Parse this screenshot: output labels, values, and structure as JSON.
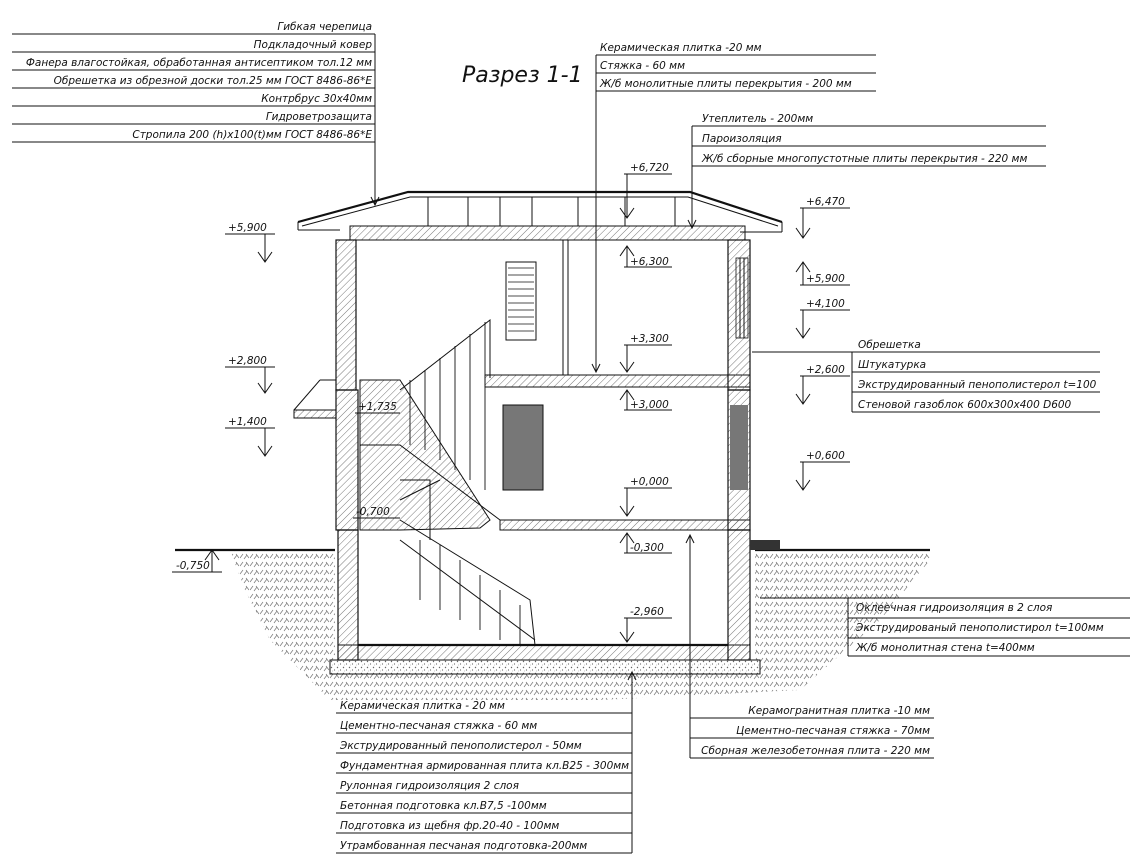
{
  "title": "Разрез 1-1",
  "roof_layers": [
    "Гибкая черепица",
    "Подкладочный ковер",
    "Фанера влагостойкая, обработанная антисептиком тол.12 мм",
    "Обрешетка из обрезной доски тол.25 мм ГОСТ 8486-86*Е",
    "Контрбрус 30х40мм",
    "Гидроветрозащита",
    "Стропила 200 (h)х100(t)мм ГОСТ 8486-86*Е"
  ],
  "floor2_layers": [
    "Керамическая плитка -20 мм",
    "Стяжка - 60 мм",
    "Ж/б монолитные плиты перекрытия - 200 мм"
  ],
  "attic_layers": [
    "Утеплитель - 200мм",
    "Пароизоляция",
    "Ж/б сборные многопустотные плиты перекрытия - 220 мм"
  ],
  "wall_layers": [
    "Обрешетка",
    "Штукатурка",
    "Экструдированный пенополистерол t=100",
    "Стеновой газоблок 600х300х400 D600"
  ],
  "basement_wall_layers": [
    "Оклеечная гидроизоляция в 2 слоя",
    "Экструдированый пенополистирол t=100мм",
    "Ж/б монолитная стена t=400мм"
  ],
  "foundation_layers": [
    "Керамическая плитка - 20 мм",
    "Цементно-песчаная стяжка - 60 мм",
    "Экструдированный пенополистерол - 50мм",
    "Фундаментная армированная плита кл.В25 - 300мм",
    "Рулонная гидроизоляция 2 слоя",
    "Бетонная подготовка кл.В7,5 -100мм",
    "Подготовка из щебня фр.20-40 - 100мм",
    "Утрамбованная песчаная подготовка-200мм"
  ],
  "ground_floor_layers": [
    "Керамогранитная плитка -10 мм",
    "Цементно-песчаная стяжка - 70мм",
    "Сборная железобетонная плита - 220 мм"
  ],
  "elevations": {
    "e6720": "+6,720",
    "e6300": "+6,300",
    "e3300": "+3,300",
    "e3000": "+3,000",
    "e0000": "+0,000",
    "em0300": "-0,300",
    "em2960": "-2,960",
    "e5900L": "+5,900",
    "e2800": "+2,800",
    "e1400": "+1,400",
    "em0750": "-0,750",
    "e1735": "+1,735",
    "em0700": "-0,700",
    "e6470": "+6,470",
    "e5900R": "+5,900",
    "e4100": "+4,100",
    "e2600": "+2,600",
    "e0600": "+0,600"
  }
}
